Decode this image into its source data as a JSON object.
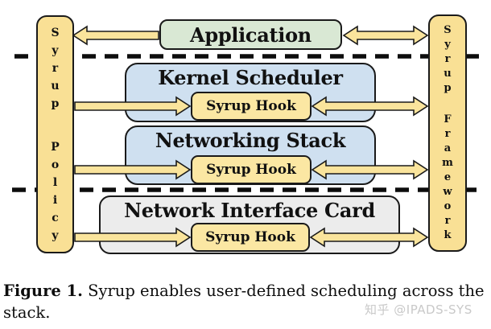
{
  "diagram": {
    "policy_bar": {
      "name": "Syrup Policy",
      "words": [
        "Syrup",
        "Policy"
      ]
    },
    "framework_bar": {
      "name": "Syrup Framework",
      "words": [
        "Syrup",
        "Framework"
      ]
    },
    "application": {
      "label": "Application"
    },
    "kernel_scheduler": {
      "label": "Kernel Scheduler",
      "hook_label": "Syrup Hook"
    },
    "networking_stack": {
      "label": "Networking Stack",
      "hook_label": "Syrup Hook"
    },
    "network_interface_card": {
      "label": "Network Interface Card",
      "hook_label": "Syrup Hook"
    },
    "colors": {
      "bar_yellow": "#F9E095",
      "hook_yellow": "#FBE7A3",
      "arrow_yellow": "#FAE49C",
      "box_blue": "#CFE0F0",
      "box_green": "#D9E8D4",
      "box_gray": "#ECECEC",
      "outline": "#1A1A1A"
    }
  },
  "caption": {
    "label": "Figure 1.",
    "text": "Syrup enables user-defined scheduling across the stack."
  },
  "watermark": {
    "text": "知乎 @IPADS-SYS"
  }
}
